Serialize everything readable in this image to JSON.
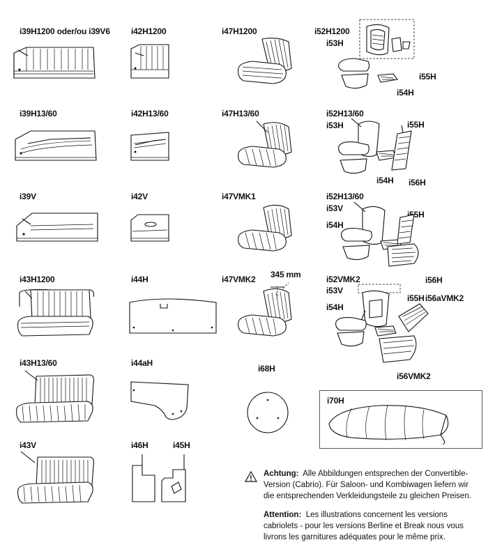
{
  "labels": {
    "i39H1200": "i39H1200 oder/ou i39V6",
    "i42H1200": "i42H1200",
    "i47H1200": "i47H1200",
    "i52H1200": "i52H1200",
    "i53H_a": "i53H",
    "i55H_a": "i55H",
    "i54H_a": "i54H",
    "i39H13": "i39H13/60",
    "i42H13": "i42H13/60",
    "i47H13": "i47H13/60",
    "i52H13_a": "i52H13/60",
    "i53H_b": "i53H",
    "i55H_b": "i55H",
    "i54H_b": "i54H",
    "i56H_b": "i56H",
    "i39V": "i39V",
    "i42V": "i42V",
    "i47VMK1": "i47VMK1",
    "i52H13_b": "i52H13/60",
    "i53V_a": "i53V",
    "i54H_c": "i54H",
    "i55H_c": "i55H",
    "i56H_c": "i56H",
    "i43H1200": "i43H1200",
    "i44H": "i44H",
    "i47VMK2": "i47VMK2",
    "mm345": "345 mm",
    "i52VMK2": "i52VMK2",
    "i53V_b": "i53V",
    "i54H_d": "i54H",
    "i55H_d": "i55H",
    "i56aVMK2": "i56aVMK2",
    "i56VMK2": "i56VMK2",
    "i43H13": "i43H13/60",
    "i44aH": "i44aH",
    "i68H": "i68H",
    "i70H": "i70H",
    "i43V": "i43V",
    "i46H": "i46H",
    "i45H": "i45H"
  },
  "notes": {
    "de_label": "Achtung:",
    "de_text": "Alle Abbildungen entsprechen der Convertible-Version (Cabrio). Für Saloon- und Kombiwagen liefern wir die entsprechenden Verkleidungsteile zu gleichen Preisen.",
    "fr_label": "Attention:",
    "fr_text": "Les illustrations concernent les versions cabriolets - pour les versions Berline et Break nous vous livrons les garnitures adéquates pour le même prix."
  },
  "icons": {
    "warning": "warning-triangle-icon"
  }
}
